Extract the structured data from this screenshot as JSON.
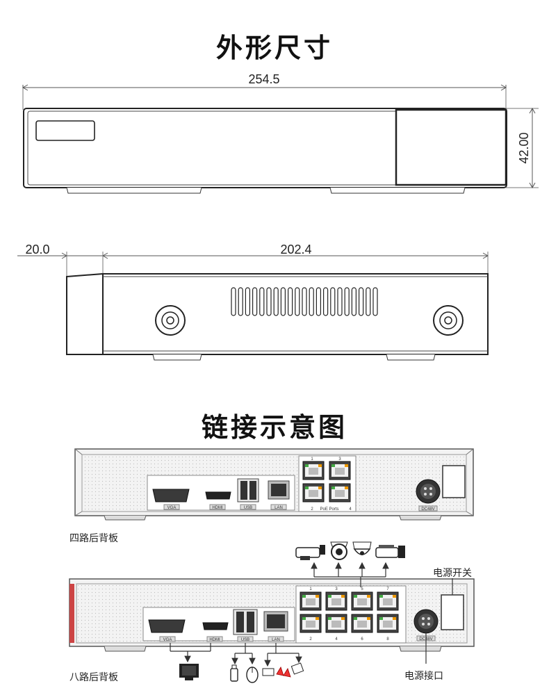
{
  "titles": {
    "dimensions": "外形尺寸",
    "connection": "链接示意图"
  },
  "dimensions": {
    "width": "254.5",
    "height": "42.00",
    "front_offset": "20.0",
    "depth": "202.4"
  },
  "panels": {
    "four_channel": "四路后背板",
    "eight_channel": "八路后背板",
    "power_switch": "电源开关",
    "power_port": "电源接口"
  },
  "port_labels": {
    "vga": "VGA",
    "hdmi": "HDMI",
    "usb": "USB",
    "lan": "LAN",
    "poe": "PoE Ports",
    "dc": "DC48V"
  },
  "poe4_numbers": [
    "1",
    "3",
    "2",
    "4"
  ],
  "poe8_numbers": [
    "1",
    "3",
    "5",
    "7",
    "2",
    "4",
    "6",
    "8"
  ]
}
